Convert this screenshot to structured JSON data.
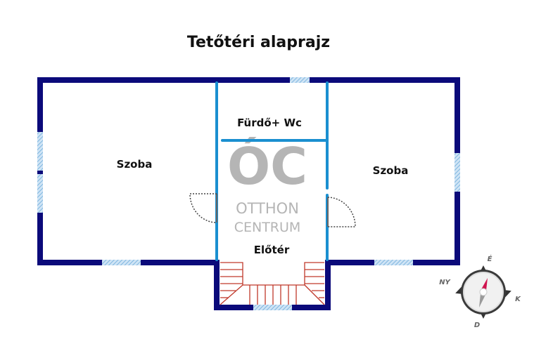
{
  "title": "Tetőtéri alaprajz",
  "rooms": {
    "left_room": "Szoba",
    "right_room": "Szoba",
    "bathroom": "Fürdő+ Wc",
    "hallway": "Előtér"
  },
  "watermark": {
    "logo": "ÓC",
    "line1": "OTTHON",
    "line2": "CENTRUM"
  },
  "compass": {
    "north": "É",
    "south": "D",
    "east": "K",
    "west": "NY"
  },
  "colors": {
    "outer_wall": "#0b0a7a",
    "inner_wall": "#1a8fd0",
    "window": "#8fc3e8",
    "stairs": "#c0392b",
    "compass_needle": "#d0144f"
  }
}
